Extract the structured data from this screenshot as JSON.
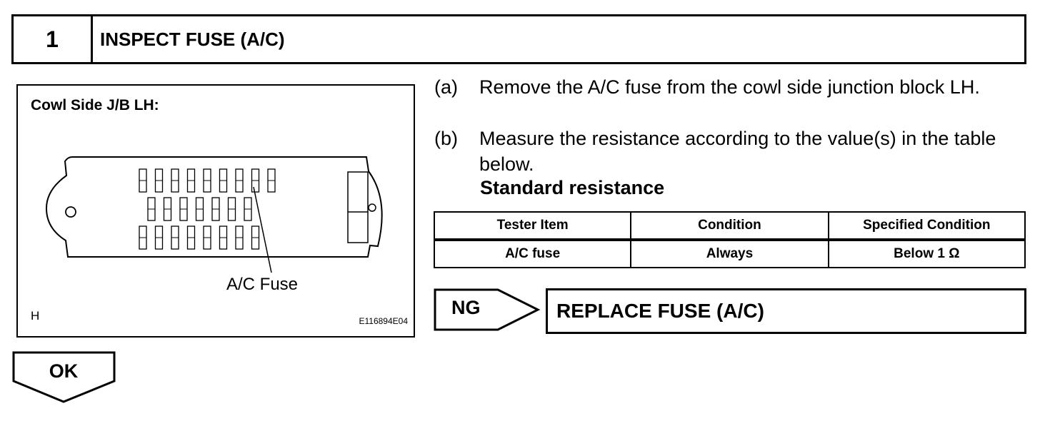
{
  "step": {
    "number": "1",
    "title": "INSPECT FUSE (A/C)"
  },
  "figure": {
    "title": "Cowl Side J/B LH:",
    "fuse_label": "A/C Fuse",
    "code": "H",
    "id": "E116894E04"
  },
  "instructions": [
    {
      "marker": "(a)",
      "text": "Remove the A/C fuse from the cowl side junction block LH."
    },
    {
      "marker": "(b)",
      "text": "Measure the resistance according to the value(s) in the table below."
    }
  ],
  "standard_heading": "Standard resistance",
  "table": {
    "headers": [
      "Tester Item",
      "Condition",
      "Specified Condition"
    ],
    "rows": [
      [
        "A/C fuse",
        "Always",
        "Below 1 Ω"
      ]
    ]
  },
  "ng": {
    "label": "NG",
    "action": "REPLACE FUSE (A/C)"
  },
  "ok": {
    "label": "OK"
  }
}
